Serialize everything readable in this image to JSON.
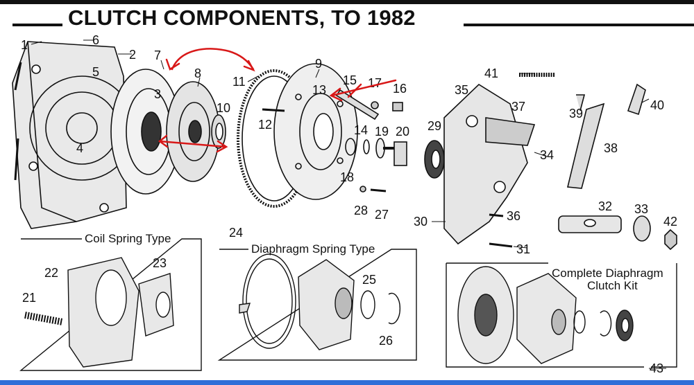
{
  "title": "CLUTCH COMPONENTS, TO 1982",
  "boxes": {
    "coil": "Coil Spring Type",
    "diaphragm": "Diaphragm Spring Type",
    "kit_line1": "Complete Diaphragm",
    "kit_line2": "Clutch Kit"
  },
  "callouts": [
    "1",
    "2",
    "3",
    "4",
    "5",
    "6",
    "7",
    "8",
    "9",
    "10",
    "11",
    "12",
    "13",
    "14",
    "15",
    "16",
    "17",
    "18",
    "19",
    "20",
    "21",
    "22",
    "23",
    "24",
    "25",
    "26",
    "27",
    "28",
    "29",
    "30",
    "31",
    "32",
    "33",
    "34",
    "35",
    "36",
    "37",
    "38",
    "39",
    "40",
    "41",
    "42",
    "43"
  ],
  "annotation_color": "#d81818",
  "bar_color": "#2f6fd8"
}
